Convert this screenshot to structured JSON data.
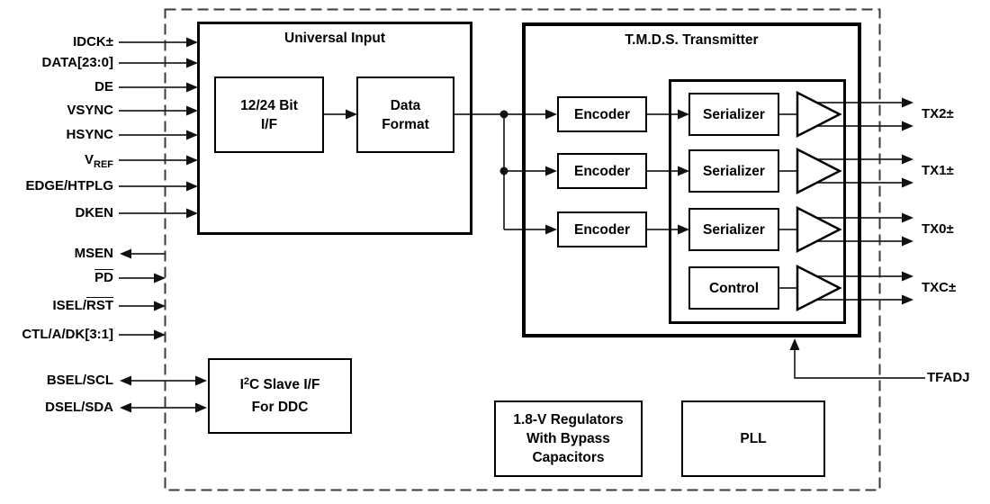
{
  "colors": {
    "background": "#ffffff",
    "wire": "#222222",
    "arrow": "#111111",
    "block_border": "#000000",
    "dashed_boundary": "#3a3a3a",
    "text": "#000000"
  },
  "pins": {
    "idck": "IDCK±",
    "data_bus": "DATA[23:0]",
    "de": "DE",
    "vsync": "VSYNC",
    "hsync": "HSYNC",
    "vref_base": "V",
    "vref_sub": "REF",
    "edge": "EDGE/HTPLG",
    "dken": "DKEN",
    "msen": "MSEN",
    "pd": "PD",
    "isel_pre": "ISEL/",
    "isel_ovl": "RST",
    "ctl": "CTL/A/DK[3:1]",
    "bsel": "BSEL/SCL",
    "dsel": "DSEL/SDA",
    "tx2": "TX2±",
    "tx1": "TX1±",
    "tx0": "TX0±",
    "txc": "TXC±",
    "tfadj": "TFADJ"
  },
  "blocks": {
    "universal_input_title": "Universal Input",
    "bit_if_line1": "12/24 Bit",
    "bit_if_line2": "I/F",
    "data_format_line1": "Data",
    "data_format_line2": "Format",
    "tmds_title": "T.M.D.S. Transmitter",
    "encoder": "Encoder",
    "serializer": "Serializer",
    "control": "Control",
    "i2c_pre": "I",
    "i2c_sup": "2",
    "i2c_post": "C Slave I/F",
    "i2c_line2": "For DDC",
    "regulators_line1": "1.8-V Regulators",
    "regulators_line2": "With Bypass",
    "regulators_line3": "Capacitors",
    "pll": "PLL"
  }
}
